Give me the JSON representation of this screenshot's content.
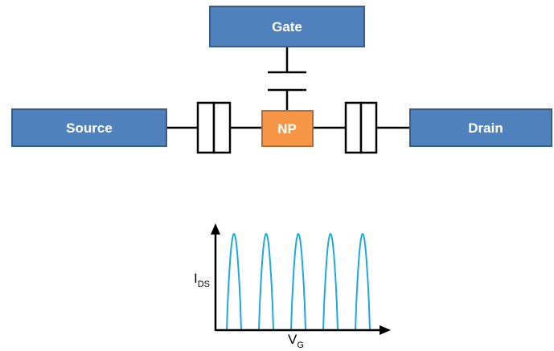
{
  "colors": {
    "electrode_fill": "#4F81BD",
    "electrode_stroke": "#385D8A",
    "np_fill": "#F79646",
    "np_stroke": "#B66D31",
    "wire": "#000000",
    "peak_curve": "#1FA8DC"
  },
  "circuit": {
    "gate_label": "Gate",
    "source_label": "Source",
    "drain_label": "Drain",
    "np_label": "NP"
  },
  "plot": {
    "y_label_main": "I",
    "y_label_sub": "DS",
    "x_label_main": "V",
    "x_label_sub": "G",
    "peak_count": 5
  }
}
